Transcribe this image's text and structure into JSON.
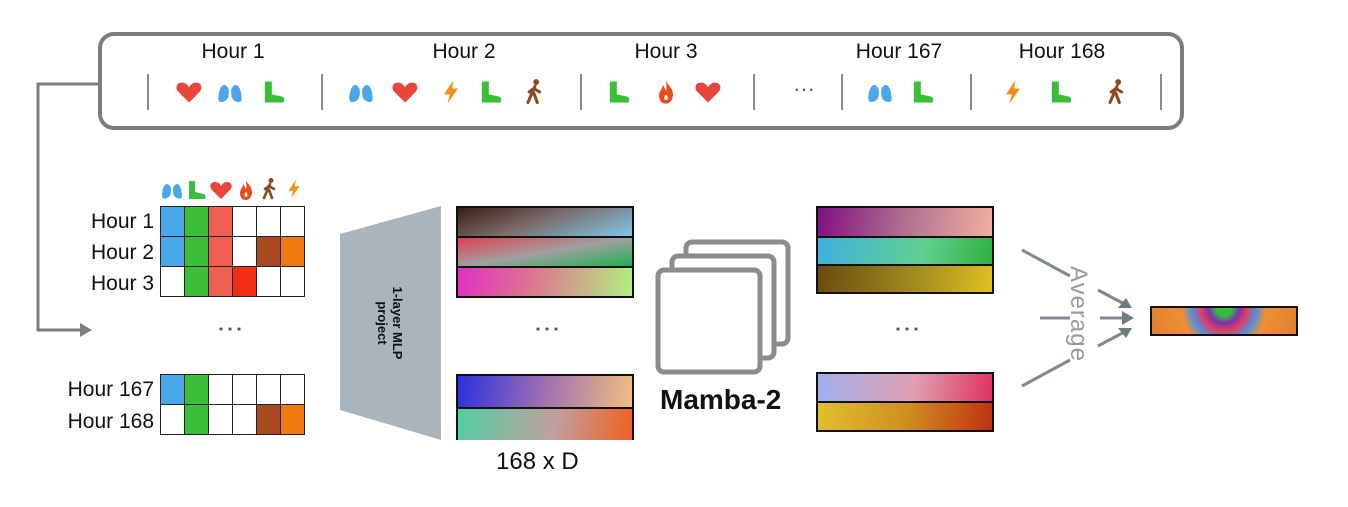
{
  "timeline": {
    "hours": [
      {
        "label": "Hour 1",
        "events": [
          "heart-icon",
          "lungs-icon",
          "boot-icon"
        ]
      },
      {
        "label": "Hour 2",
        "events": [
          "lungs-icon",
          "heart-icon",
          "lightning-icon",
          "boot-icon",
          "walking-icon"
        ]
      },
      {
        "label": "Hour 3",
        "events": [
          "boot-icon",
          "flame-icon",
          "heart-icon"
        ]
      },
      {
        "label": "Hour 167",
        "events": [
          "lungs-icon",
          "boot-icon"
        ]
      },
      {
        "label": "Hour 168",
        "events": [
          "lightning-icon",
          "boot-icon",
          "walking-icon"
        ]
      }
    ],
    "ellipsis": "···"
  },
  "matrix": {
    "header_icons": [
      "lungs-icon",
      "boot-icon",
      "heart-icon",
      "flame-icon",
      "walking-icon",
      "lightning-icon"
    ],
    "rows": [
      {
        "label": "Hour 1"
      },
      {
        "label": "Hour 2"
      },
      {
        "label": "Hour 3"
      },
      {
        "label": "Hour 167"
      },
      {
        "label": "Hour 168"
      }
    ],
    "dots": "⋮"
  },
  "mlp": {
    "line1": "1-layer MLP",
    "line2": "project"
  },
  "embedding_label": "168 x D",
  "mamba_label": "Mamba-2",
  "average_label": "Average",
  "colors": {
    "lungs": "#4aa8e8",
    "boot": "#3bbf3b",
    "heart": "#e8453c",
    "flame": "#f04a1a",
    "walking": "#8a4a1e",
    "lightning": "#f0901a",
    "border": "#7d7d7d",
    "mlp": "#a9b4bd"
  }
}
